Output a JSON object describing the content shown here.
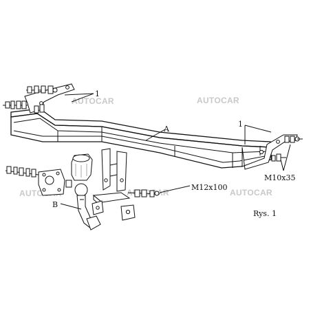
{
  "watermark": {
    "text": "AUTOCAR",
    "color": "#c9c9c9"
  },
  "labels": {
    "part_1_left": "1",
    "part_1_right": "1",
    "part_a": "A",
    "part_b": "B",
    "bolt_m12": "M12x100",
    "bolt_m10": "M10x35",
    "figure": "Rys. 1"
  },
  "colors": {
    "line": "#111111",
    "background": "#ffffff"
  }
}
